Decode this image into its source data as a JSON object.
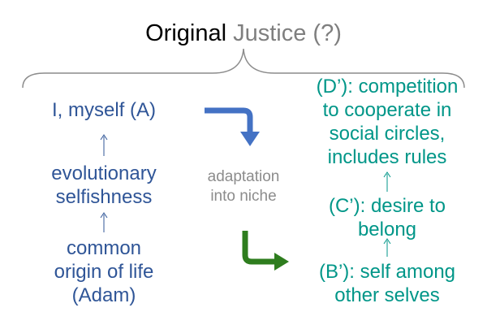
{
  "title": {
    "main": "Original",
    "accent": "Justice (?)"
  },
  "left_chain": [
    {
      "lines": [
        "I, myself (A)"
      ]
    },
    {
      "lines": [
        "evolutionary",
        "selfishness"
      ]
    },
    {
      "lines": [
        "common",
        "origin of life",
        "(Adam)"
      ]
    }
  ],
  "middle_label": {
    "lines": [
      "adaptation",
      "into niche"
    ]
  },
  "right_chain": [
    {
      "lines": [
        "(D’): competition",
        "to cooperate in",
        "social circles,",
        "includes rules"
      ]
    },
    {
      "lines": [
        "(C’): desire to",
        "belong"
      ]
    },
    {
      "lines": [
        "(B’): self among",
        "other selves"
      ]
    }
  ],
  "colors": {
    "left_text": "#2f5597",
    "right_text": "#009688",
    "middle_text": "#8c8c8c",
    "title_accent": "#7f7f7f",
    "brace": "#8c8c8c",
    "blue_arrow": "#4472c4",
    "green_arrow": "#2e7d1e"
  }
}
